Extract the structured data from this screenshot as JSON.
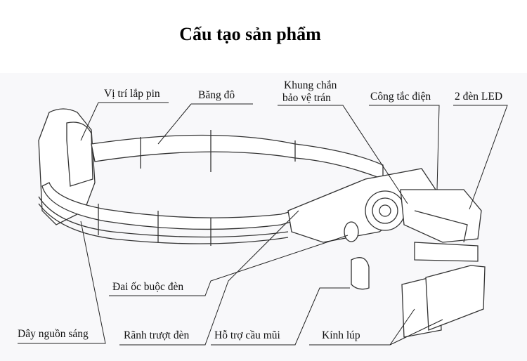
{
  "title": "Cấu tạo sản phẩm",
  "labels": {
    "battery_position": "Vị trí lắp pin",
    "headband": "Băng đô",
    "forehead_guard_line1": "Khung chắn",
    "forehead_guard_line2": "bảo vệ trán",
    "power_switch": "Công tắc điện",
    "two_leds": "2 đèn LED",
    "lamp_nut": "Đai ốc buộc đèn",
    "power_cord": "Dây nguồn sáng",
    "lamp_slide_rail": "Rãnh trượt đèn",
    "nose_bridge_support": "Hỗ trợ cầu mũi",
    "magnifier_lens": "Kính lúp"
  }
}
